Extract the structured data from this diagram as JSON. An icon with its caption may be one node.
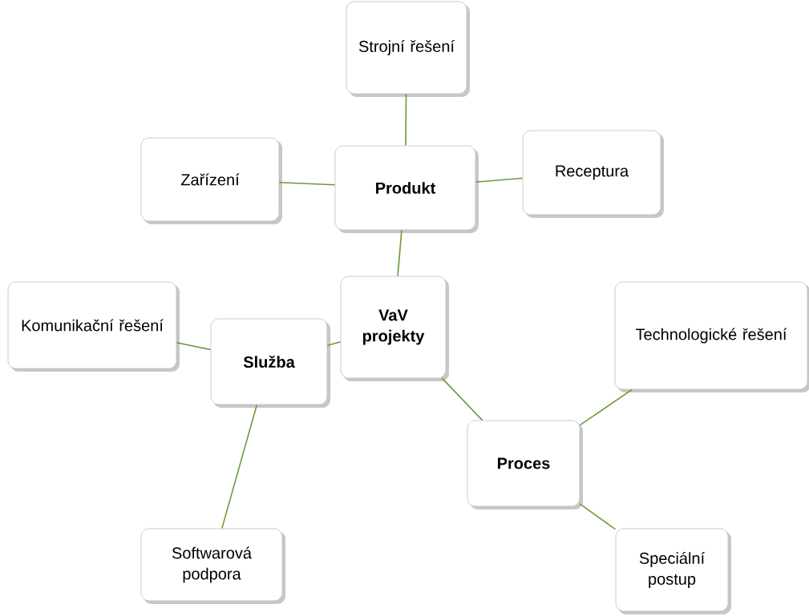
{
  "diagram": {
    "nodes": [
      {
        "text": [
          "VaV projekty"
        ]
      },
      {
        "text": [
          "Produkt"
        ]
      },
      {
        "text": [
          "Strojní řešení"
        ]
      },
      {
        "text": [
          "Zařízení"
        ]
      },
      {
        "text": [
          "Receptura"
        ]
      },
      {
        "text": [
          "Služba"
        ]
      },
      {
        "text": [
          "Komunikační řešení"
        ]
      },
      {
        "text": [
          "Softwarová podpora"
        ]
      },
      {
        "text": [
          "Proces"
        ]
      },
      {
        "text": [
          "Technologické řešení"
        ]
      },
      {
        "text": [
          "Speciální postup"
        ]
      }
    ],
    "edges": [
      {
        "from": 0,
        "to": 1,
        "arrow": "none"
      },
      {
        "from": 1,
        "to": 2,
        "arrow": "none"
      },
      {
        "from": 1,
        "to": 3,
        "arrow": "none"
      },
      {
        "from": 1,
        "to": 4,
        "arrow": "none"
      },
      {
        "from": 0,
        "to": 5,
        "arrow": "none"
      },
      {
        "from": 5,
        "to": 6,
        "arrow": "none"
      },
      {
        "from": 5,
        "to": 7,
        "arrow": "none"
      },
      {
        "from": 0,
        "to": 8,
        "arrow": "none"
      },
      {
        "from": 8,
        "to": 9,
        "arrow": "none"
      },
      {
        "from": 8,
        "to": 10,
        "arrow": "none"
      }
    ]
  }
}
